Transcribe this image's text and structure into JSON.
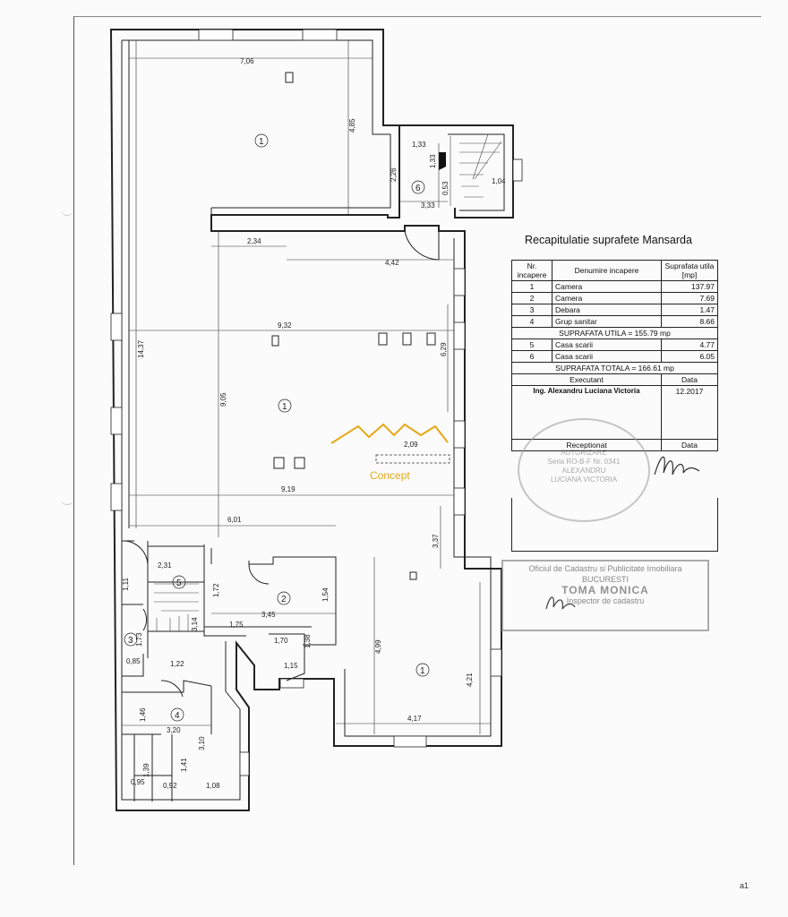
{
  "recap": {
    "title": "Recapitulatie suprafete Mansarda",
    "headers": [
      "Nr. incapere",
      "Denumire incapere",
      "Suprafata utila [mp]"
    ],
    "rows": [
      {
        "nr": "1",
        "name": "Camera",
        "area": "137.97"
      },
      {
        "nr": "2",
        "name": "Camera",
        "area": "7.69"
      },
      {
        "nr": "3",
        "name": "Debara",
        "area": "1.47"
      },
      {
        "nr": "4",
        "name": "Grup sanitar",
        "area": "8.66"
      }
    ],
    "subtotal": "SUPRAFATA UTILA = 155.79 mp",
    "rows2": [
      {
        "nr": "5",
        "name": "Casa scarii",
        "area": "4.77"
      },
      {
        "nr": "6",
        "name": "Casa scarii",
        "area": "6.05"
      }
    ],
    "total": "SUPRAFATA TOTALA = 166.61 mp",
    "executant_label": "Executant",
    "data_label": "Data",
    "executant_name": "Ing. Alexandru Luciana Victoria",
    "executant_date": "12.2017",
    "receptionat_label": "Receptionat",
    "data_label2": "Data"
  },
  "stamps": {
    "round_lines": [
      "AUTORIZARE",
      "Seria RO-B-F Nr. 0341",
      "ALEXANDRU",
      "LUCIANA VICTORIA"
    ],
    "oficiu_line1": "Oficiul de Cadastru si Publicitate Imobiliara",
    "oficiu_line2": "BUCURESTI",
    "oficiu_name": "TOMA MONICA",
    "oficiu_role": "Inspector de cadastru"
  },
  "logo": {
    "text": "Concept",
    "color": "#e6a817"
  },
  "page_mark": "a1",
  "plan": {
    "rooms": [
      "1",
      "1",
      "1",
      "2",
      "3",
      "4",
      "5",
      "6"
    ],
    "dims": {
      "d706": "7,06",
      "d485": "4,85",
      "d133a": "1,33",
      "d226": "2,26",
      "d133b": "1,33",
      "d053": "0,53",
      "d104": "1,04",
      "d333": "3,33",
      "d234": "2,34",
      "d442": "4,42",
      "d932": "9,32",
      "d1437": "14,37",
      "d629": "6,29",
      "d905": "9,05",
      "d209": "2,09",
      "d919": "9,19",
      "d601": "6,01",
      "d337": "3,37",
      "d231": "2,31",
      "d111": "1,11",
      "d172": "1,72",
      "d154": "1,54",
      "d345": "3,45",
      "d175": "1,75",
      "d173": "1,73",
      "d314": "3,14",
      "d170": "1,70",
      "d138": "1,38",
      "d499": "4,99",
      "d085": "0,85",
      "d122": "1,22",
      "d115": "1,15",
      "d421": "4,21",
      "d146": "1,46",
      "d320": "3,20",
      "d310": "3,10",
      "d417": "4,17",
      "d139": "1,39",
      "d141": "1,41",
      "d095": "0,95",
      "d092": "0,92",
      "d108": "1,08"
    }
  }
}
